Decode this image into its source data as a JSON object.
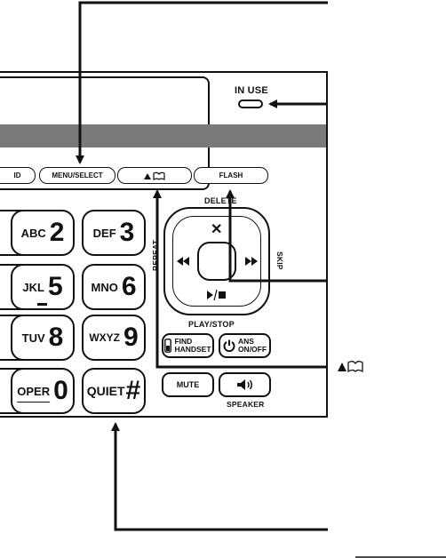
{
  "phone": {
    "in_use_label": "IN USE",
    "function_keys": {
      "partial_left": "ID",
      "menu_select": "MENU/SELECT",
      "flash": "FLASH"
    },
    "nav": {
      "delete_label": "DELETE",
      "repeat_label": "REPEAT",
      "skip_label": "SKIP",
      "play_stop_label": "PLAY/STOP"
    },
    "keypad": [
      {
        "letters": "ABC",
        "digit": "2"
      },
      {
        "letters": "DEF",
        "digit": "3"
      },
      {
        "letters": "JKL",
        "digit": "5"
      },
      {
        "letters": "MNO",
        "digit": "6"
      },
      {
        "letters": "TUV",
        "digit": "8"
      },
      {
        "letters": "WXYZ",
        "digit": "9"
      },
      {
        "letters": "OPER",
        "digit": "0"
      },
      {
        "letters": "QUIET",
        "digit": "#"
      }
    ],
    "find_handset": {
      "line1": "FIND",
      "line2": "HANDSET"
    },
    "ans_on_off": {
      "line1": "ANS",
      "line2": "ON/OFF"
    },
    "mute_label": "MUTE",
    "speaker_label": "SPEAKER"
  },
  "icons": {
    "nav_center_delete": "cross-icon",
    "nav_left": "rewind-icon",
    "nav_right": "fast-forward-icon",
    "nav_bottom": "play-stop-icon",
    "directory_key": "up-arrow-book-icon",
    "callout": "up-arrow-book-icon",
    "find_handset": "handset-icon",
    "ans_on_off": "power-icon",
    "speaker_key": "speaker-icon"
  }
}
